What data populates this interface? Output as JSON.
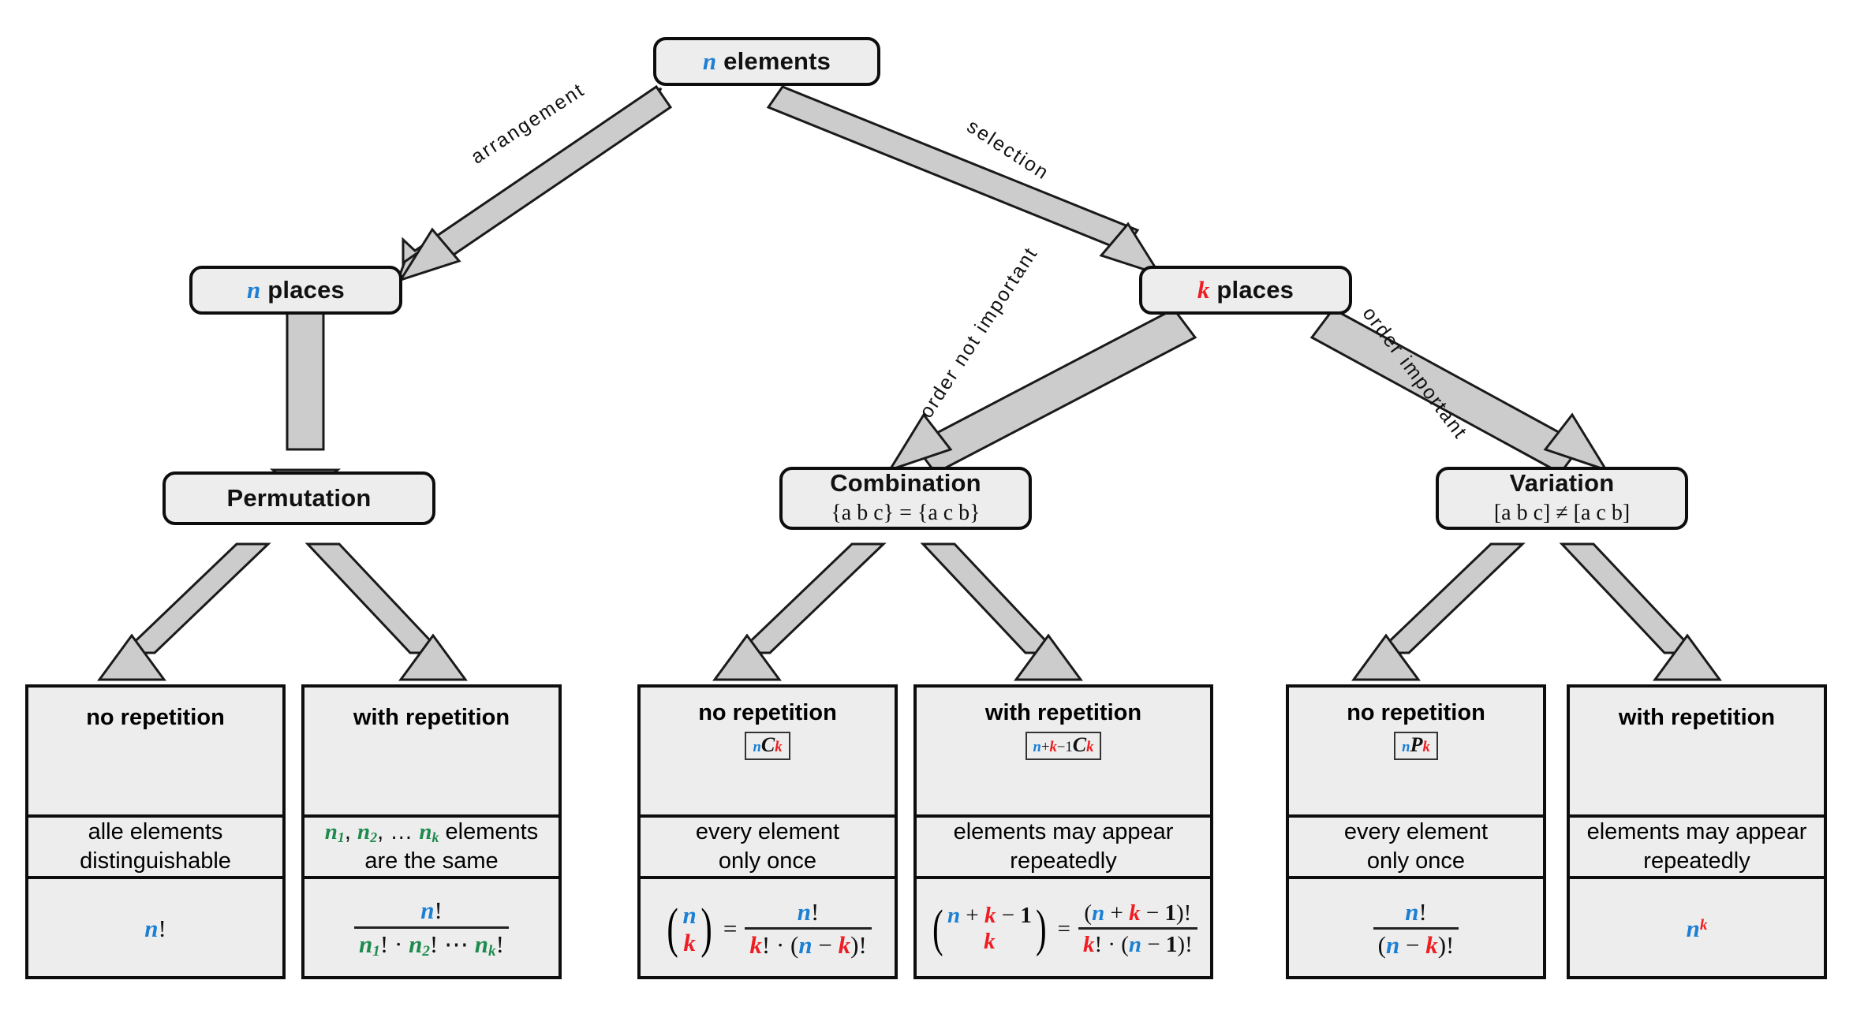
{
  "diagram": {
    "title": "Combinatorics decision tree",
    "colors": {
      "n_color": "#1b7fd4",
      "k_color": "#ee1d22",
      "repeat_color": "#1d8a4e",
      "box_fill": "#ededed",
      "box_border": "#0d0d0d",
      "arrow_fill": "#cccccc"
    },
    "root": {
      "label_prefix": "n",
      "label_text": " elements"
    },
    "edges": [
      {
        "id": "arrangement",
        "label": "arrangement"
      },
      {
        "id": "selection",
        "label": "selection"
      },
      {
        "id": "order-not-important",
        "label": "order not important"
      },
      {
        "id": "order-important",
        "label": "order important"
      }
    ],
    "level2": [
      {
        "id": "n-places",
        "symbol": "n",
        "text": " places"
      },
      {
        "id": "k-places",
        "symbol": "k",
        "text": " places"
      }
    ],
    "level3": [
      {
        "id": "permutation",
        "title": "Permutation",
        "sub": ""
      },
      {
        "id": "combination",
        "title": "Combination",
        "sub": "{a b c} = {a c b}"
      },
      {
        "id": "variation",
        "title": "Variation",
        "sub": "[a b c] ≠ [a c b]"
      }
    ],
    "leaves": [
      {
        "id": "permutation-no-repetition",
        "head": "no repetition",
        "tag": "",
        "desc_lines": [
          "alle elements",
          "distinguishable"
        ],
        "formula": "n!"
      },
      {
        "id": "permutation-with-repetition",
        "head": "with repetition",
        "tag": "",
        "desc_lines": [
          "n₁, n₂, … nₖ elements",
          "are the same"
        ],
        "formula": "n! / (n₁! · n₂! ⋯ nₖ!)"
      },
      {
        "id": "combination-no-repetition",
        "head": "no repetition",
        "tag": "nCk",
        "desc_lines": [
          "every element",
          "only once"
        ],
        "formula": "(n choose k) = n! / (k! · (n − k)!)"
      },
      {
        "id": "combination-with-repetition",
        "head": "with repetition",
        "tag": "n+k−1Ck",
        "desc_lines": [
          "elements may appear",
          "repeatedly"
        ],
        "formula": "(n+k−1 choose k) = (n + k − 1)! / (k! · (n − 1)!)"
      },
      {
        "id": "variation-no-repetition",
        "head": "no repetition",
        "tag": "nPk",
        "desc_lines": [
          "every element",
          "only once"
        ],
        "formula": "n! / (n − k)!"
      },
      {
        "id": "variation-with-repetition",
        "head": "with repetition",
        "tag": "",
        "desc_lines": [
          "elements may appear",
          "repeatedly"
        ],
        "formula": "n^k"
      }
    ]
  }
}
